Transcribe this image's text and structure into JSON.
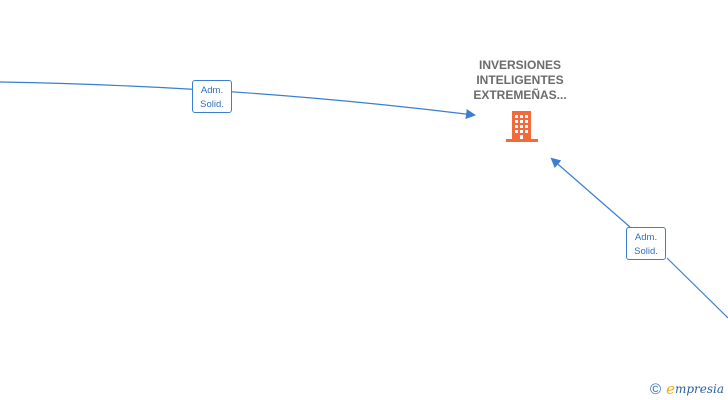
{
  "company": {
    "name": "INVERSIONES\nINTELIGENTES\nEXTREMEÑAS...",
    "icon": "building-icon",
    "icon_color": "#f26a3b"
  },
  "relations": [
    {
      "line1": "Adm.",
      "line2": "Solid."
    },
    {
      "line1": "Adm.",
      "line2": "Solid."
    }
  ],
  "edge_color": "#3a7fd1",
  "watermark": {
    "symbol": "©",
    "brand_initial": "e",
    "brand_rest": "mpresia"
  }
}
